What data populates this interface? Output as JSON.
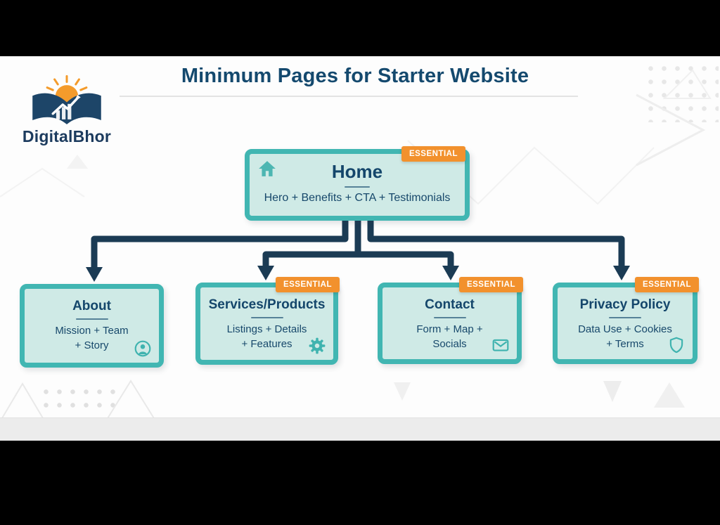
{
  "header": {
    "title": "Minimum Pages for Starter Website",
    "brand": "DigitalBhor"
  },
  "badge": {
    "label": "ESSENTIAL"
  },
  "colors": {
    "accent_teal": "#41b6b2",
    "box_fill": "#cfeae6",
    "badge_orange": "#f2912d",
    "heading_navy": "#14496e",
    "body_navy": "#17486b",
    "connector_navy": "#1b3b54",
    "icon_teal": "#3fb3af",
    "logo_sun_orange": "#f49b2b",
    "logo_book_navy": "#1d4568"
  },
  "sitemap": {
    "root": {
      "title": "Home",
      "subtitle": "Hero + Benefits + CTA + Testimonials",
      "essential": true,
      "icon": "home-icon"
    },
    "children": [
      {
        "title": "About",
        "lines": [
          "Mission + Team",
          "+ Story"
        ],
        "essential": false,
        "icon": "person-icon"
      },
      {
        "title": "Services/Products",
        "lines": [
          "Listings + Details",
          "+ Features"
        ],
        "essential": true,
        "icon": "gear-icon"
      },
      {
        "title": "Contact",
        "lines": [
          "Form + Map +",
          "Socials"
        ],
        "essential": true,
        "icon": "envelope-icon"
      },
      {
        "title": "Privacy Policy",
        "lines": [
          "Data Use + Cookies",
          "+ Terms"
        ],
        "essential": true,
        "icon": "shield-icon"
      }
    ]
  }
}
